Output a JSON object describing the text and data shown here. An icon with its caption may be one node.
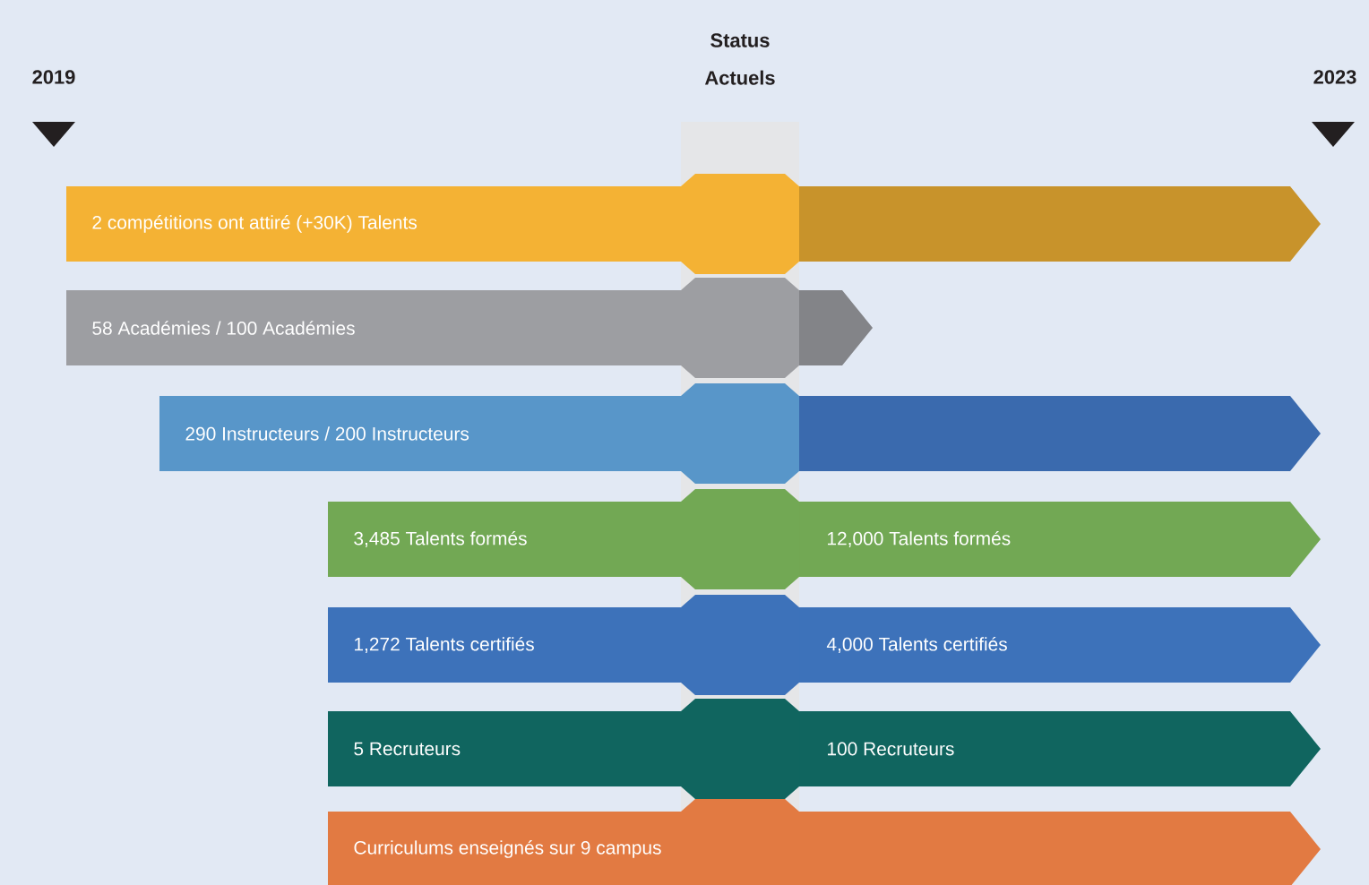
{
  "diagram": {
    "nodes": [
      {
        "text": [
          "2 compétitions ont attiré (+30K) Talents"
        ]
      },
      {
        "text": [
          "58 Académies / 100 Académies"
        ]
      },
      {
        "text": [
          "290 Instructeurs / 200 Instructeurs"
        ]
      },
      {
        "text": [
          "3,485 Talents formés",
          "12,000 Talents formés"
        ]
      },
      {
        "text": [
          "1,272 Talents certifiés",
          "4,000 Talents certifiés"
        ]
      },
      {
        "text": [
          "5 Recruteurs",
          "100 Recruteurs"
        ]
      },
      {
        "text": [
          "Curriculums enseignés sur 9 campus"
        ]
      }
    ],
    "labels": [
      "Status Actuels",
      "2019",
      "2023"
    ]
  }
}
